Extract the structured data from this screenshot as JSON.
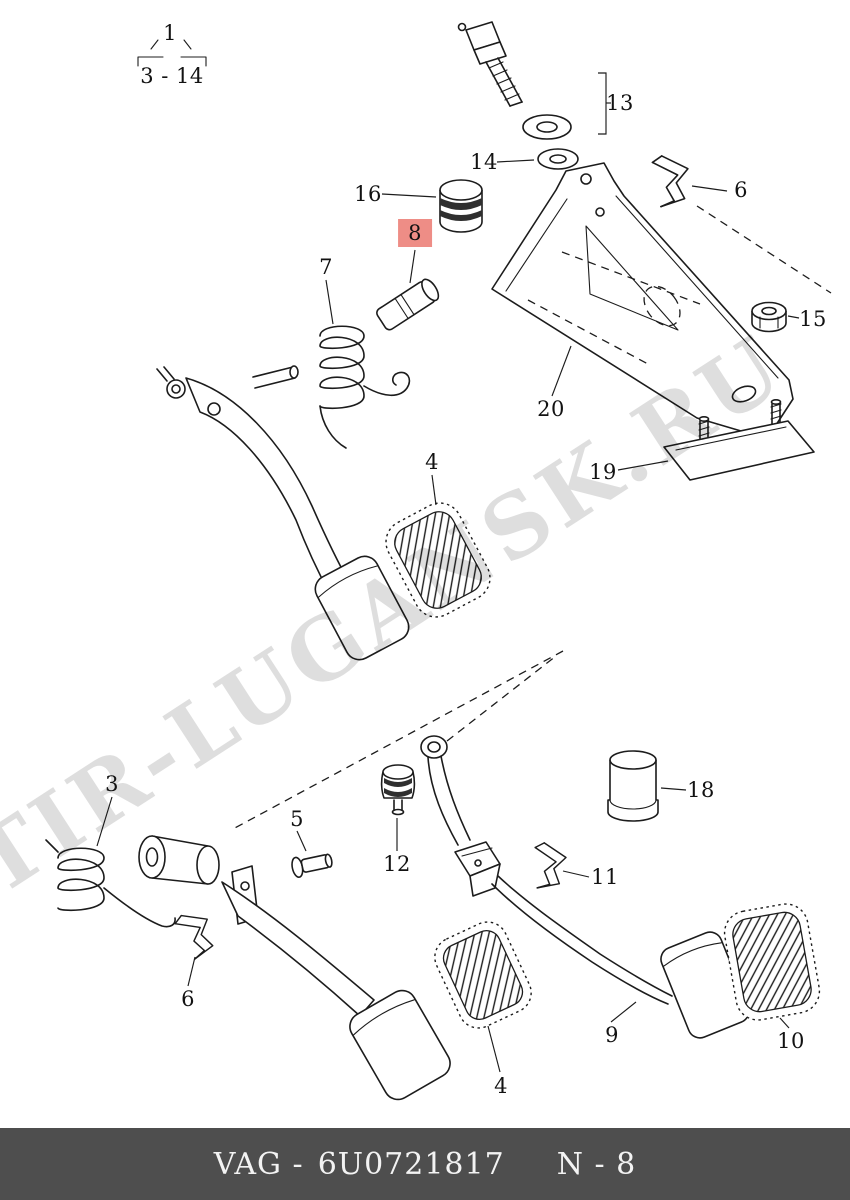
{
  "watermark": {
    "text": "TIR-LUGANSK.RU"
  },
  "colors": {
    "highlight_box": "#ee8d86",
    "footer_background": "#4e4e4e",
    "footer_text": "#f3f3f3",
    "line_art": "#1c1c1c",
    "watermark_gray": "rgba(0,0,0,0.13)"
  },
  "footer": {
    "brand": "VAG -",
    "part_number": "6U0721817",
    "page_ref": "N - 8"
  },
  "callouts": [
    {
      "label": "1",
      "highlighted": false
    },
    {
      "label": "3 - 14",
      "highlighted": false
    },
    {
      "label": "13",
      "highlighted": false
    },
    {
      "label": "14",
      "highlighted": false
    },
    {
      "label": "16",
      "highlighted": false
    },
    {
      "label": "8",
      "highlighted": true
    },
    {
      "label": "7",
      "highlighted": false
    },
    {
      "label": "6",
      "highlighted": false
    },
    {
      "label": "15",
      "highlighted": false
    },
    {
      "label": "20",
      "highlighted": false
    },
    {
      "label": "19",
      "highlighted": false
    },
    {
      "label": "4",
      "highlighted": false
    },
    {
      "label": "3",
      "highlighted": false
    },
    {
      "label": "5",
      "highlighted": false
    },
    {
      "label": "12",
      "highlighted": false
    },
    {
      "label": "11",
      "highlighted": false
    },
    {
      "label": "18",
      "highlighted": false
    },
    {
      "label": "6",
      "highlighted": false
    },
    {
      "label": "9",
      "highlighted": false
    },
    {
      "label": "4",
      "highlighted": false
    },
    {
      "label": "10",
      "highlighted": false
    }
  ]
}
